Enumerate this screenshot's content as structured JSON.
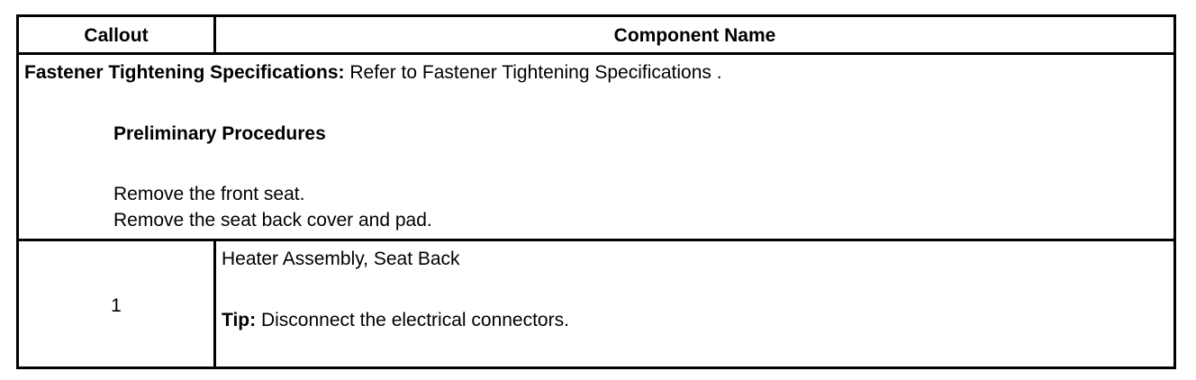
{
  "table": {
    "header": {
      "callout": "Callout",
      "component_name": "Component Name"
    },
    "spec": {
      "label": "Fastener Tightening Specifications:",
      "text": " Refer to Fastener Tightening Specifications ."
    },
    "preliminary": {
      "title": "Preliminary Procedures",
      "steps": [
        "Remove the front seat.",
        "Remove the seat back cover and pad."
      ]
    },
    "rows": [
      {
        "callout": "1",
        "name": "Heater Assembly, Seat Back",
        "tip_label": "Tip:",
        "tip_text": " Disconnect the electrical connectors."
      }
    ]
  }
}
